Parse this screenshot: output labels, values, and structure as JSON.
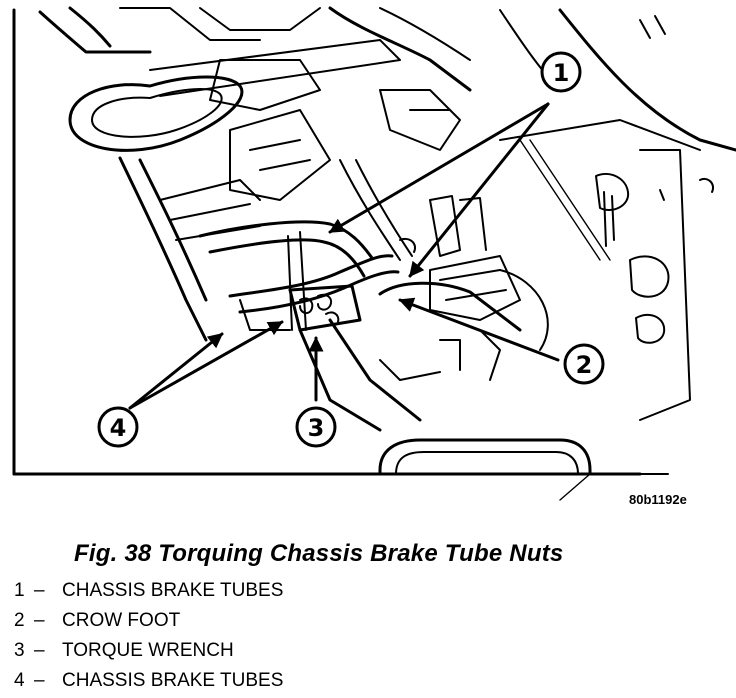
{
  "figure": {
    "code": "80b1192e",
    "caption": "Fig. 38 Torquing Chassis Brake Tube Nuts",
    "callouts": [
      "1",
      "2",
      "3",
      "4"
    ]
  },
  "legend": {
    "separator": "–",
    "items": [
      {
        "number": "1",
        "label": "CHASSIS BRAKE TUBES"
      },
      {
        "number": "2",
        "label": "CROW FOOT"
      },
      {
        "number": "3",
        "label": "TORQUE WRENCH"
      },
      {
        "number": "4",
        "label": "CHASSIS BRAKE TUBES"
      }
    ]
  }
}
